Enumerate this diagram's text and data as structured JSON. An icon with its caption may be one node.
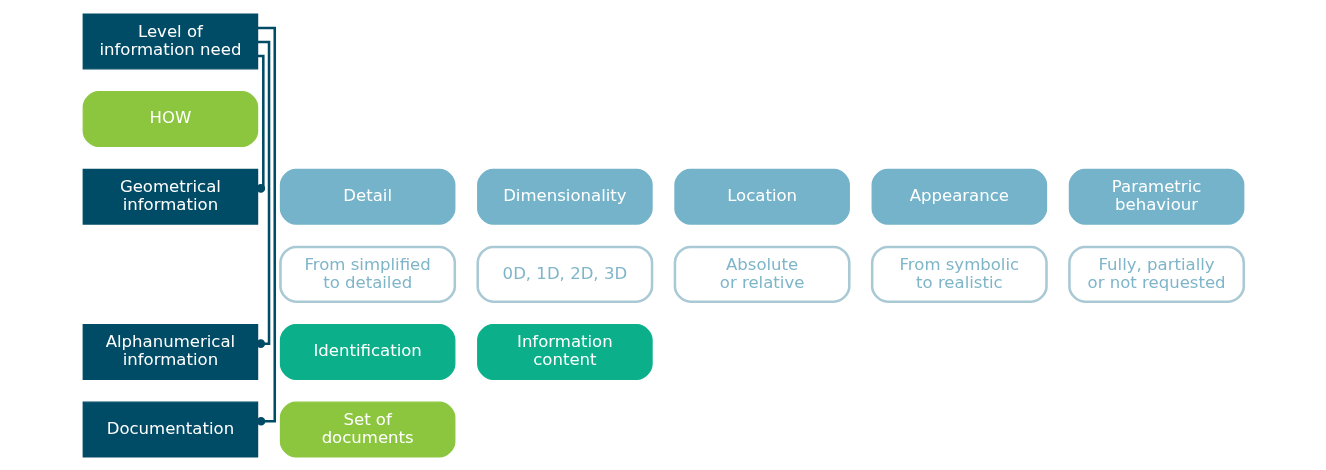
{
  "diagram": {
    "nodes": [
      {
        "text": [
          "Level of information need"
        ]
      },
      {
        "text": [
          "HOW"
        ]
      },
      {
        "text": [
          "Geometrical information"
        ]
      },
      {
        "text": [
          "Detail"
        ]
      },
      {
        "text": [
          "Dimensionality"
        ]
      },
      {
        "text": [
          "Location"
        ]
      },
      {
        "text": [
          "Appearance"
        ]
      },
      {
        "text": [
          "Parametric behaviour"
        ]
      },
      {
        "text": [
          "From simplified to detailed"
        ]
      },
      {
        "text": [
          "0D, 1D, 2D, 3D"
        ]
      },
      {
        "text": [
          "Absolute or relative"
        ]
      },
      {
        "text": [
          "From symbolic to realistic"
        ]
      },
      {
        "text": [
          "Fully, partially or not requested"
        ]
      },
      {
        "text": [
          "Alphanumerical information"
        ]
      },
      {
        "text": [
          "Identification"
        ]
      },
      {
        "text": [
          "Information content"
        ]
      },
      {
        "text": [
          "Documentation"
        ]
      },
      {
        "text": [
          "Set of documents"
        ]
      }
    ],
    "edges": [
      {
        "from": 0,
        "to": 2,
        "arrow": "other"
      },
      {
        "from": 0,
        "to": 13,
        "arrow": "other"
      },
      {
        "from": 0,
        "to": 16,
        "arrow": "other"
      }
    ]
  }
}
